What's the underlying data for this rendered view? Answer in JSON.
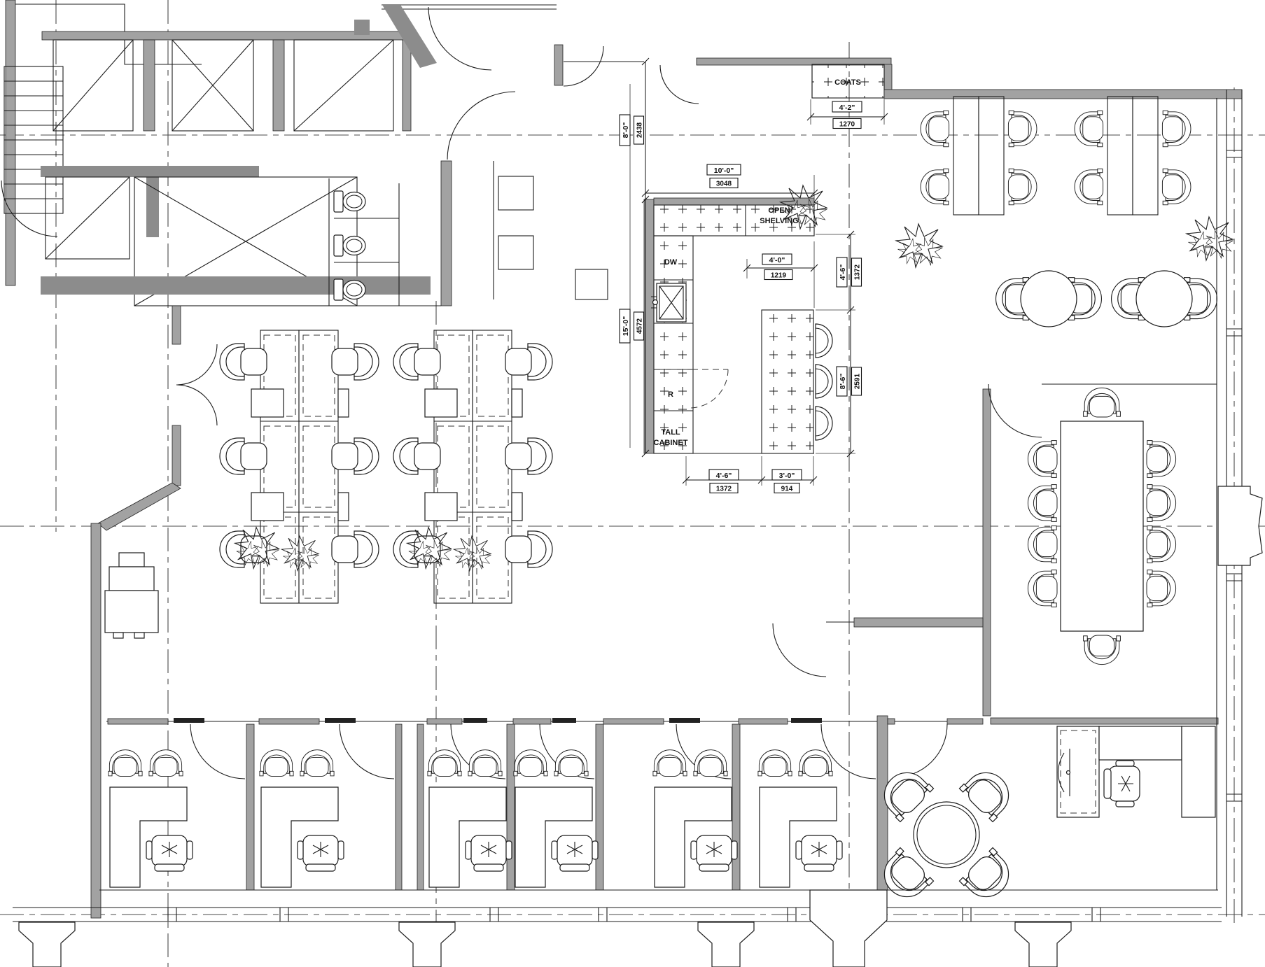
{
  "drawing": {
    "type": "office-floor-plan",
    "rooms": {
      "coats_label": "COATS",
      "open_shelving_line1": "OPEN",
      "open_shelving_line2": "SHELVING",
      "dishwasher_label": "DW",
      "refrigerator_label": "R",
      "tall_cabinet_line1": "TALL",
      "tall_cabinet_line2": "CABINET"
    },
    "dimensions": {
      "corridor_depth": {
        "imperial": "8'-0\"",
        "metric": "2438"
      },
      "kitchen_width": {
        "imperial": "10'-0\"",
        "metric": "3048"
      },
      "kitchen_depth": {
        "imperial": "15'-0\"",
        "metric": "4572"
      },
      "coats_width": {
        "imperial": "4'-2\"",
        "metric": "1270"
      },
      "shelving_width": {
        "imperial": "4'-0\"",
        "metric": "1219"
      },
      "counter_to_island": {
        "imperial": "4'-6\"",
        "metric": "1372"
      },
      "island_depth": {
        "imperial": "8'-6\"",
        "metric": "2591"
      },
      "cabinet_to_island": {
        "imperial": "4'-6\"",
        "metric": "1372"
      },
      "island_width": {
        "imperial": "3'-0\"",
        "metric": "914"
      }
    },
    "colors": {
      "wall_fill": "#a2a2a2",
      "wall_shadow": "#8c8c8c",
      "line": "#1c1c1c",
      "background": "#ffffff"
    }
  }
}
